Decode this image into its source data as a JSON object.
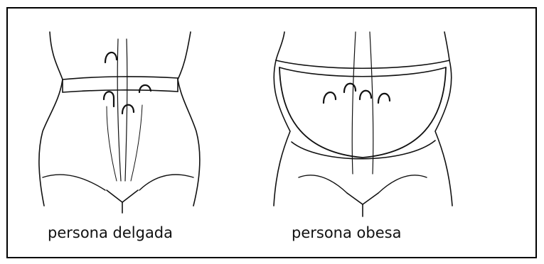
{
  "figures": [
    {
      "id": "thin",
      "caption": "persona delgada"
    },
    {
      "id": "obese",
      "caption": "persona obesa"
    }
  ],
  "colors": {
    "line": "#111111",
    "background": "#ffffff",
    "border": "#000000"
  }
}
